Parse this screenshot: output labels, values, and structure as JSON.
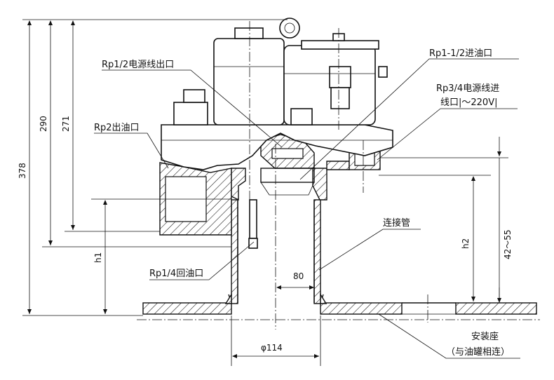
{
  "labels": {
    "power_outlet": "Rp1/2电源线出口",
    "oil_inlet": "Rp1-1/2进油口",
    "power_inlet_line1": "Rp3/4电源线进",
    "power_inlet_line2": "线口|～220V|",
    "oil_outlet": "Rp2出油口",
    "connecting_pipe": "连接管",
    "return_port": "Rp1/4回油口",
    "mount_base_line1": "安装座",
    "mount_base_line2": "（与油罐相连）"
  },
  "dimensions": {
    "d378": "378",
    "d290": "290",
    "d271": "271",
    "h1": "h1",
    "h2": "h2",
    "d42_55": "42～55",
    "d80": "80",
    "d114": "φ114"
  }
}
